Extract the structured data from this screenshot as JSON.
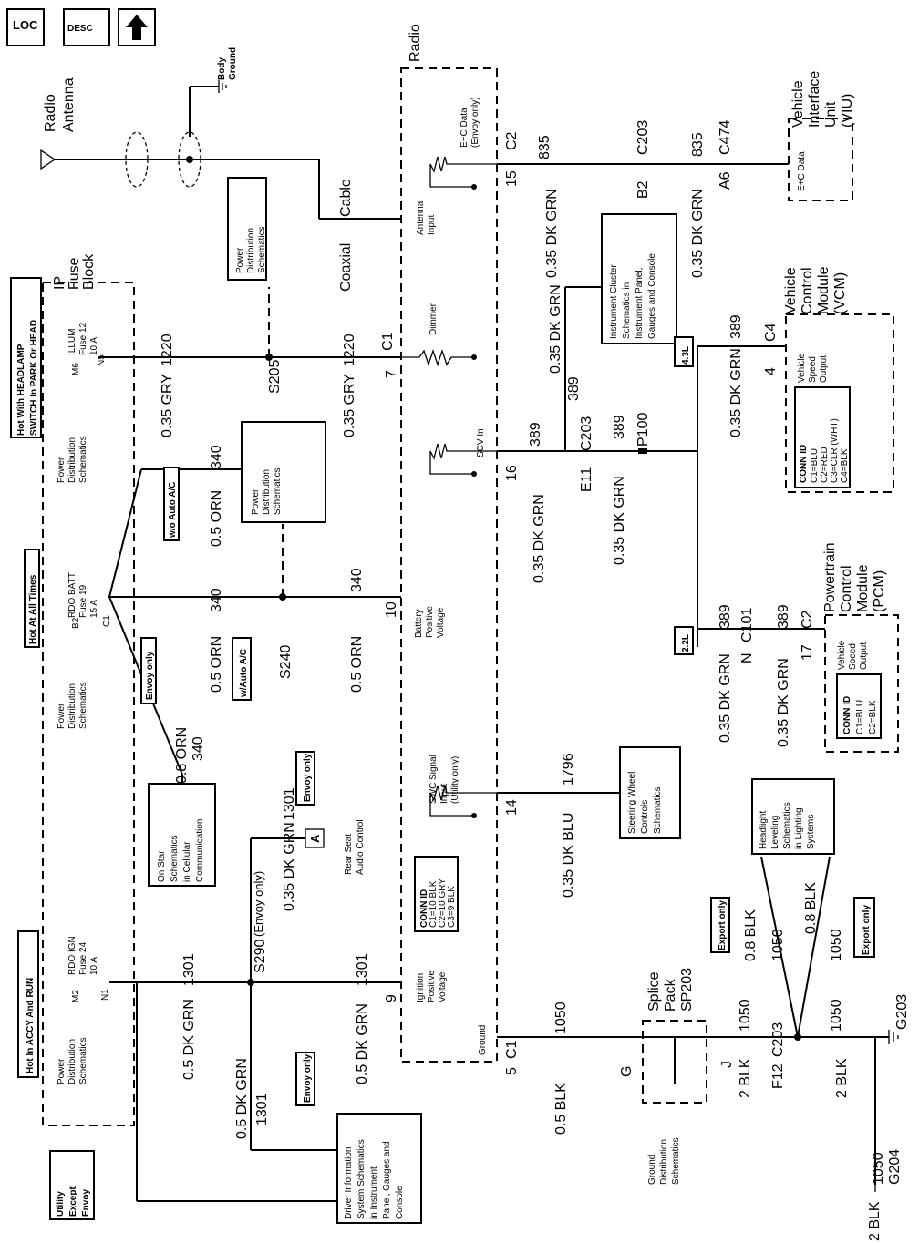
{
  "nav": {
    "loc": "LOC",
    "desc": "DESC",
    "up_icon": "up-arrow-icon"
  },
  "labels": {
    "radio_antenna_1": "Radio",
    "radio_antenna_2": "Antenna",
    "body_ground_1": "Body",
    "body_ground_2": "Ground",
    "hot_headlamp_1": "Hot With HEADLAMP",
    "hot_headlamp_2": "SWITCH In PARK Or HEAD",
    "ip_fuse_1": "IP",
    "ip_fuse_2": "Fuse",
    "ip_fuse_3": "Block",
    "hot_all_times": "Hot At All Times",
    "hot_accy_run": "Hot In ACCY And RUN",
    "utility_1": "Utility",
    "utility_2": "Except",
    "utility_3": "Envoy",
    "pds_1": "Power",
    "pds_2": "Distribution",
    "pds_3": "Schematics",
    "illum_1": "ILLUM",
    "illum_2": "Fuse 12",
    "illum_3": "10 A",
    "m6": "M6",
    "n5": "N5",
    "rdobatt_1": "RDO BATT",
    "rdobatt_2": "Fuse 19",
    "rdobatt_3": "15 A",
    "b2": "B2",
    "c1": "C1",
    "rdoign_1": "RDO IGN",
    "rdoign_2": "Fuse 24",
    "rdoign_3": "10 A",
    "m2": "M2",
    "n1": "N1",
    "w1220": "1220",
    "gry035": "0.35 GRY",
    "s205": "S205",
    "c1_radio": "C1",
    "pin7": "7",
    "w340": "340",
    "orn05": "0.5 ORN",
    "s240": "S240",
    "pin10": "10",
    "wo_auto_ac": "w/o Auto A/C",
    "w_auto_ac": "w/Auto A/C",
    "envoy_only": "Envoy only",
    "orn08": "0.8 ORN",
    "onstar_1": "On Star",
    "onstar_2": "Schematics",
    "onstar_3": "in Cellular",
    "onstar_4": "Communication",
    "w1301": "1301",
    "dkgrn05": "0.5 DK GRN",
    "s290": "S290",
    "s290_note": "(Envoy only)",
    "dkgrn035": "0.35 DK GRN",
    "pin9": "9",
    "a_conn": "A",
    "rsac_1": "Rear Seat",
    "rsac_2": "Audio Control",
    "dis_1": "Driver Information",
    "dis_2": "System Schematics",
    "dis_3": "in Instrument",
    "dis_4": "Panel, Gauges and",
    "dis_5": "Console",
    "radio": "Radio",
    "ec_data_1": "E+C Data",
    "ec_data_2": "(Envoy only)",
    "antenna_input_1": "Antenna",
    "antenna_input_2": "Input",
    "dimmer": "Dimmer",
    "scv_in": "SCV In",
    "batt_pos_1": "Battery",
    "batt_pos_2": "Positive",
    "batt_pos_3": "Voltage",
    "swc_1": "SWC Signal",
    "swc_2": "Input",
    "swc_3": "(Utility only)",
    "connid": "CONN ID",
    "radio_c1": "C1=10 BLK",
    "radio_c2": "C2=10 GRY",
    "radio_c3": "C3=9 BLK",
    "ign_pos_1": "Ignition",
    "ign_pos_2": "Positive",
    "ign_pos_3": "Voltage",
    "ground": "Ground",
    "coax_1": "Coaxial",
    "coax_2": "Cable",
    "c2": "C2",
    "pin15": "15",
    "w835": "835",
    "pin16": "16",
    "w389": "389",
    "pin14": "14",
    "w1796": "1796",
    "dkblu035": "0.35 DK BLU",
    "pin5": "5",
    "w1050": "1050",
    "blk05": "0.5 BLK",
    "c203": "C203",
    "c474": "C474",
    "a6": "A6",
    "viu_1": "Vehicle",
    "viu_2": "Interface",
    "viu_3": "Unit",
    "viu_4": "(VIU)",
    "ic_1": "Instrument Cluster",
    "ic_2": "Schematics in",
    "ic_3": "Instrument Panel,",
    "ic_4": "Gauges and Console",
    "e11": "E11",
    "p100": "P100",
    "l43": "4.3L",
    "l22": "2.2L",
    "pin4": "4",
    "c4": "C4",
    "vso_1": "Vehicle",
    "vso_2": "Speed",
    "vso_3": "Output",
    "vcm_c1": "C1=BLU",
    "vcm_c2": "C2=RED",
    "vcm_c3": "C3=CLR (WHT)",
    "vcm_c4": "C4=BLK",
    "vcm_1": "Vehicle",
    "vcm_2": "Control",
    "vcm_3": "Module",
    "vcm_4": "(VCM)",
    "c101": "C101",
    "pin_n": "N",
    "pin17": "17",
    "pcm_c1": "C1=BLU",
    "pcm_c2": "C2=BLK",
    "pcm_1": "Powertrain",
    "pcm_2": "Control",
    "pcm_3": "Module",
    "pcm_4": "(PCM)",
    "swcs_1": "Steering Wheel",
    "swcs_2": "Controls",
    "swcs_3": "Schematics",
    "hls_1": "Headlight",
    "hls_2": "Leveling",
    "hls_3": "Schematics",
    "hls_4": "in Lighting",
    "hls_5": "Systems",
    "sp_1": "Splice",
    "sp_2": "Pack",
    "sp_3": "SP203",
    "pin_g": "G",
    "pin_j": "J",
    "gds_1": "Ground",
    "gds_2": "Distribution",
    "gds_3": "Schematics",
    "blk2": "2 BLK",
    "f12": "F12",
    "export_only": "Export only",
    "blk08": "0.8 BLK",
    "g203": "G203",
    "g204": "G204"
  }
}
